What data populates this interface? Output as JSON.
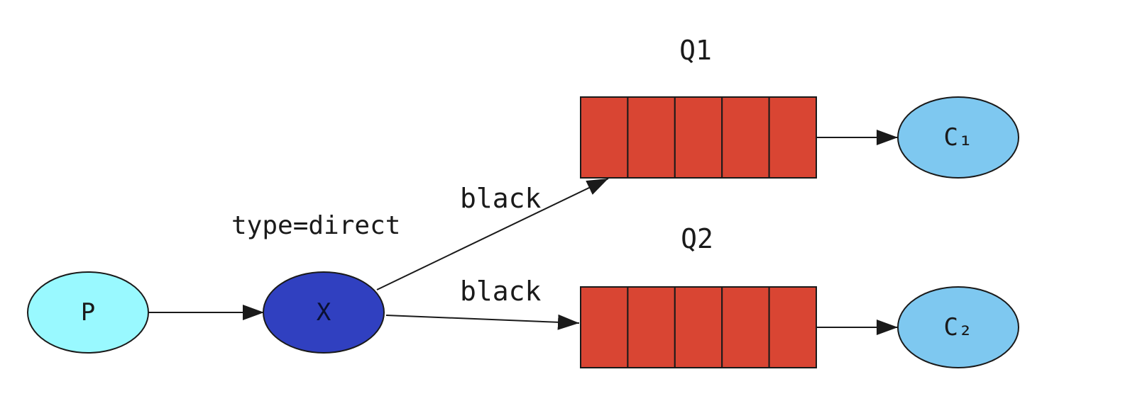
{
  "diagram": {
    "producer": {
      "label": "P"
    },
    "exchange": {
      "label": "X",
      "type_label": "type=direct"
    },
    "queues": [
      {
        "label": "Q1",
        "binding_key": "black",
        "cells": 5
      },
      {
        "label": "Q2",
        "binding_key": "black",
        "cells": 5
      }
    ],
    "consumers": [
      {
        "label": "C₁"
      },
      {
        "label": "C₂"
      }
    ],
    "colors": {
      "producer": "#99f9ff",
      "exchange": "#3040c0",
      "queue": "#d94533",
      "consumer": "#7ec8f0",
      "stroke": "#1a1a1a"
    }
  }
}
